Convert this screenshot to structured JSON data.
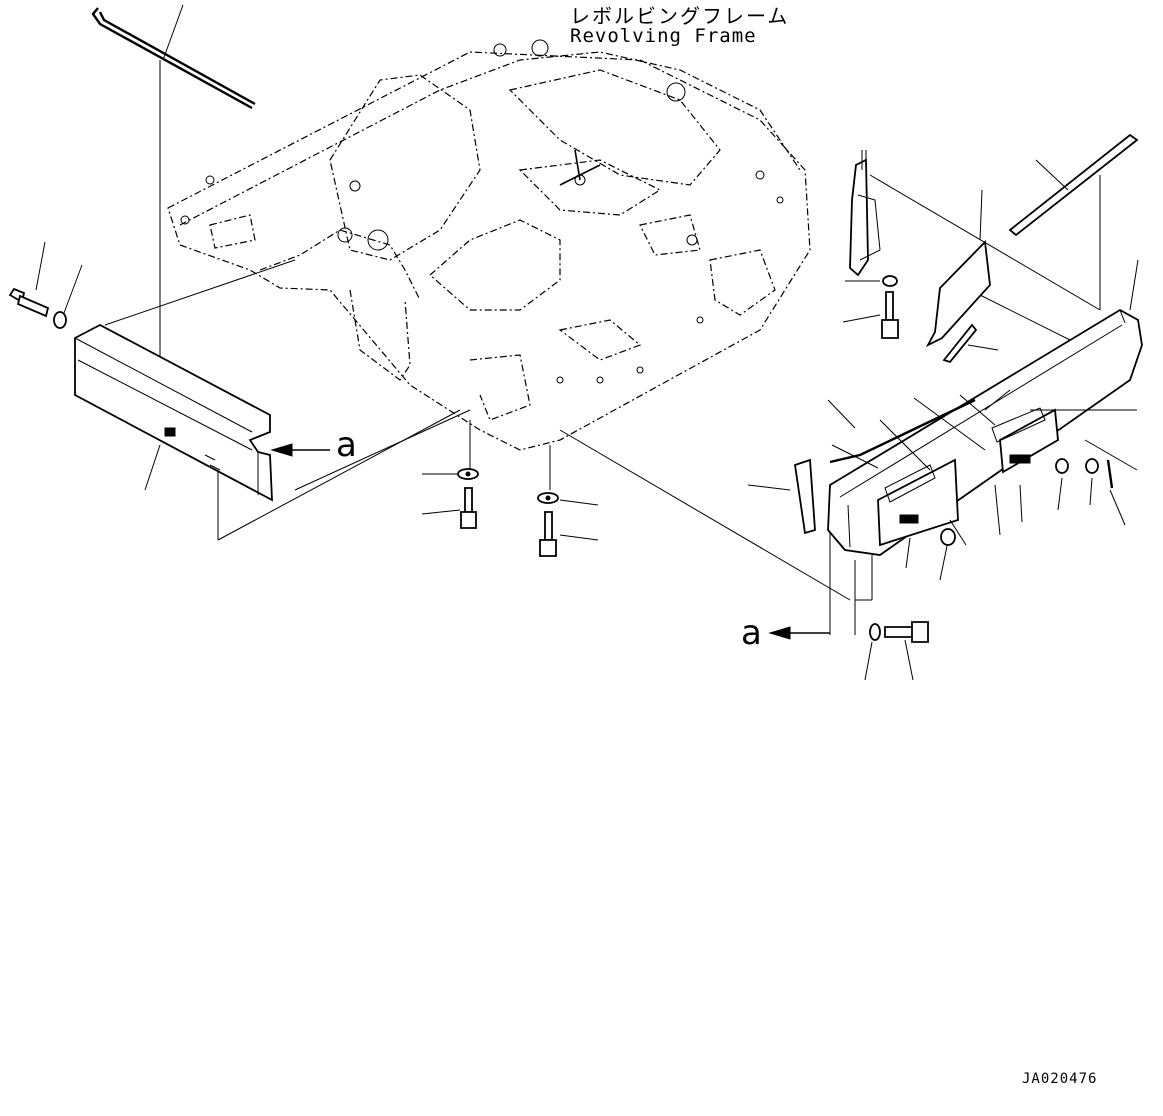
{
  "title": {
    "japanese": "レボルビングフレーム",
    "english": "Revolving Frame"
  },
  "reference_marks": [
    "a",
    "a"
  ],
  "drawing_id": "JA020476"
}
